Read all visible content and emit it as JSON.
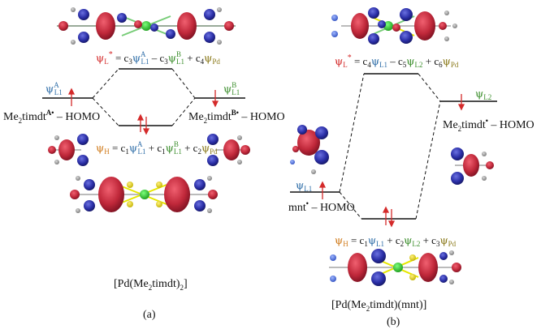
{
  "panel_a": {
    "label": "(a)",
    "complex": "[Pd(Me",
    "complex_sub": "2",
    "complex_rest": "timdt)",
    "complex_sub2": "2",
    "complex_close": "]",
    "left_level": {
      "psi": "ψ",
      "sup": "A",
      "sub": "L1"
    },
    "right_level": {
      "psi": "ψ",
      "sup": "B",
      "sub": "L1"
    },
    "left_homo": {
      "pre": "Me",
      "sub": "2",
      "mid": "timdt",
      "sup": "A•",
      "dash": " – HOMO"
    },
    "right_homo": {
      "pre": "Me",
      "sub": "2",
      "mid": "timdt",
      "sup": "B•",
      "dash": " – HOMO"
    },
    "psi_l_star": "ψL* = c3ψAL1 – c3ψBL1 + c4ψPd",
    "psi_h": "ψH = c1ψAL1 + c1ψBL1 + c2ψPd"
  },
  "panel_b": {
    "label": "(b)",
    "complex": "[Pd(Me2timdt)(mnt)]",
    "left_level": {
      "psi": "ψ",
      "sub": "L1"
    },
    "right_level": {
      "psi": "ψ",
      "sub": "L2"
    },
    "left_homo": {
      "pre": "mnt",
      "sup": "•",
      "dash": " – HOMO"
    },
    "right_homo": {
      "pre": "Me",
      "sub": "2",
      "mid": "timdt",
      "sup": "•",
      "dash": " – HOMO"
    },
    "psi_l_star": "ψL* = c4ψL1 – c5ψL2 + c6ψPd",
    "psi_h": "ψH = c1ψL1 + c2ψL2 + c3ψPd"
  },
  "colors": {
    "red": "#d42a2a",
    "blue": "#2f6ea8",
    "green": "#3d8f2e",
    "orange": "#d07a1a",
    "olive": "#8b7a1b",
    "lobe_red": "#c0283a",
    "lobe_blue": "#2a2ea6"
  }
}
